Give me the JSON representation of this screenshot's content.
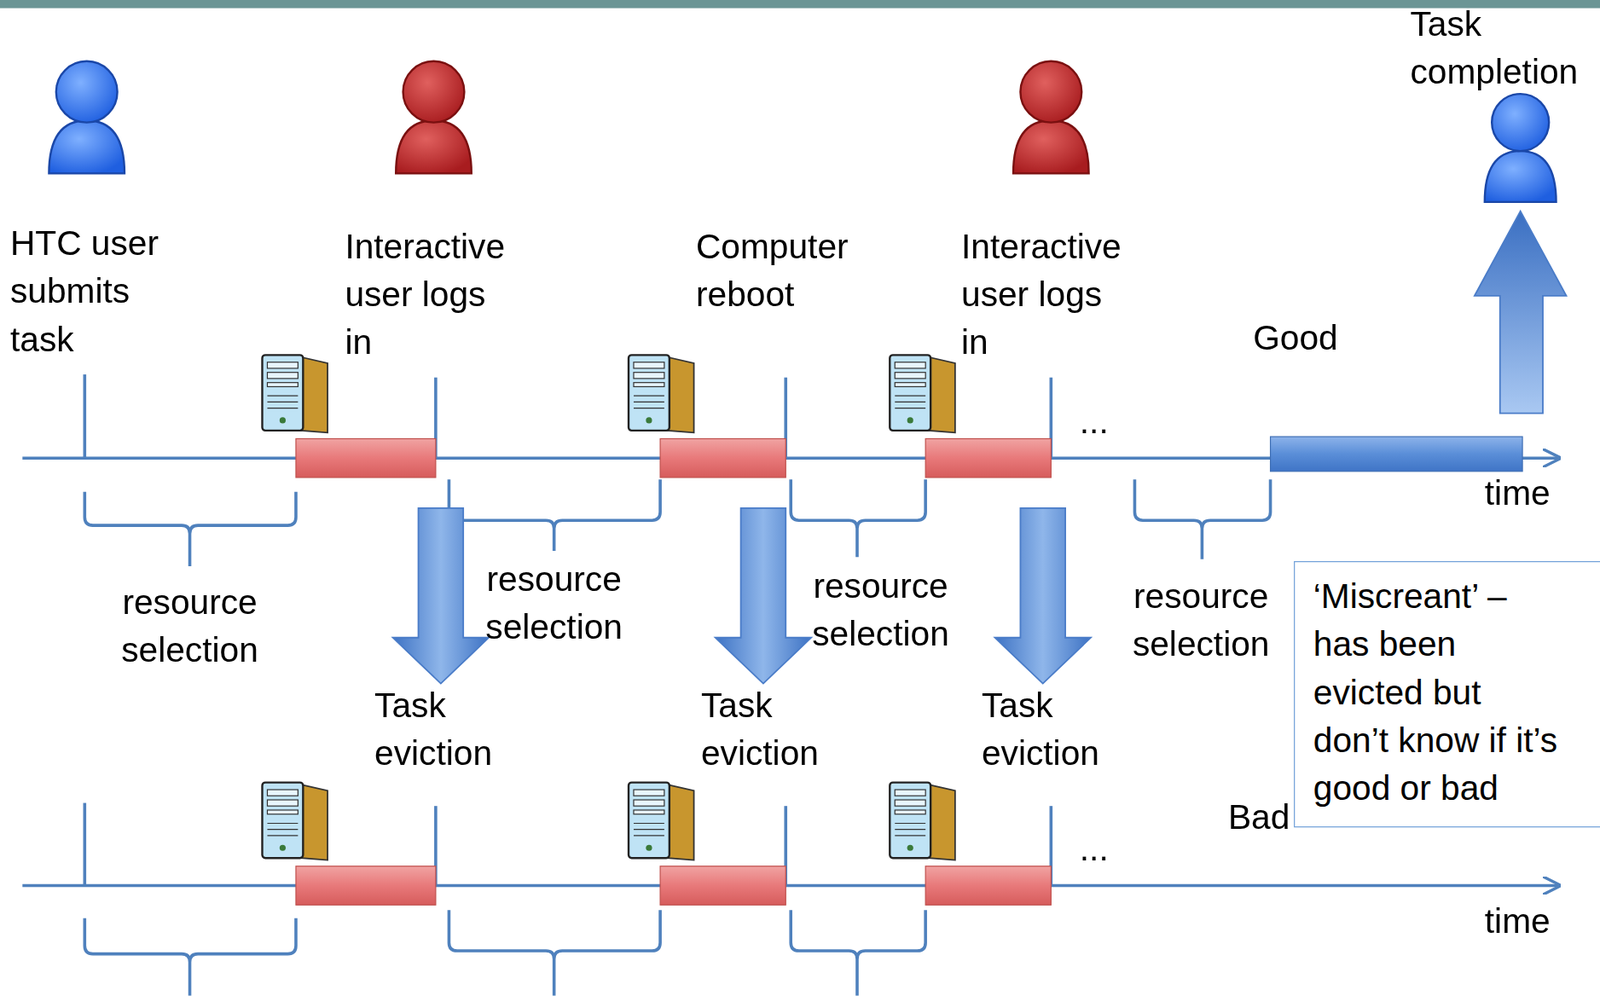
{
  "diagram": {
    "nodes": [
      {
        "text": [
          "‘Miscreant’ – has been evicted but don’t know if it’s good or bad"
        ]
      }
    ],
    "labels": [
      "Task completion",
      "HTC user submits task",
      "Interactive user logs in",
      "Computer reboot",
      "Interactive user logs in",
      "Good",
      "...",
      "time",
      "resource selection",
      "resource selection",
      "resource selection",
      "resource selection",
      "Task eviction",
      "Task eviction",
      "Task eviction",
      "Bad",
      "...",
      "time"
    ]
  }
}
